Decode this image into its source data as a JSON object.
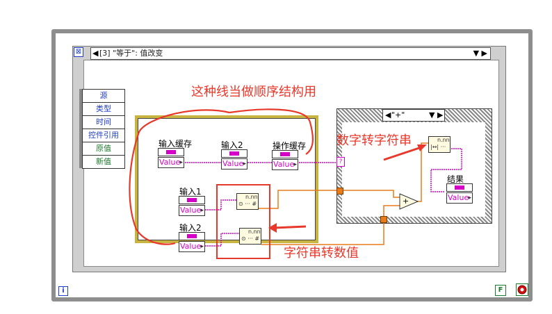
{
  "event_selector": {
    "left_arrow": "◀",
    "label": "[3] \"等于\": 值改变",
    "right_arrows": "▼ ▶"
  },
  "event_nodes": [
    {
      "label": "源",
      "color": "#1e3cc8"
    },
    {
      "label": "类型",
      "color": "#1e3cc8"
    },
    {
      "label": "时间",
      "color": "#1e3cc8"
    },
    {
      "label": "控件引用",
      "color": "#1e3cc8"
    },
    {
      "label": "原值",
      "color": "#1b7a2a"
    },
    {
      "label": "新值",
      "color": "#1b7a2a"
    }
  ],
  "case_selector": {
    "left_arrow": "◀",
    "label": "\"+\"",
    "dropdown": "▼",
    "right_arrow": "▶"
  },
  "terminals": {
    "input_buffer": {
      "label": "输入缓存",
      "value": "Value"
    },
    "input2_top": {
      "label": "输入2",
      "value": "Value"
    },
    "op_buffer": {
      "label": "操作缓存",
      "value": "Value"
    },
    "input1": {
      "label": "输入1",
      "value": "Value"
    },
    "input2_bottom": {
      "label": "输入2",
      "value": "Value"
    },
    "result": {
      "label": "结果",
      "value": "Value"
    }
  },
  "functions": {
    "str_to_num_a": {
      "top": "n.nn",
      "bottom": "⊙ ··· #"
    },
    "str_to_num_b": {
      "top": "n.nn",
      "bottom": "⊙ ··· #"
    },
    "num_to_str": {
      "top": "n.nn",
      "bottom": "|↔| ··· "
    },
    "add": "+",
    "question": "?"
  },
  "annotations": {
    "sequence_note": "这种线当做顺序结构用",
    "num_to_str_note": "数字转字符串",
    "str_to_num_note": "字符串转数值"
  },
  "icons": {
    "event_x": "⊠",
    "info": "i",
    "f_const": "F"
  },
  "colors": {
    "annotation_red": "#e8382b",
    "string_wire": "#d400c8",
    "numeric_wire": "#e87b1a",
    "sequence_yellow": "#c8b440"
  }
}
